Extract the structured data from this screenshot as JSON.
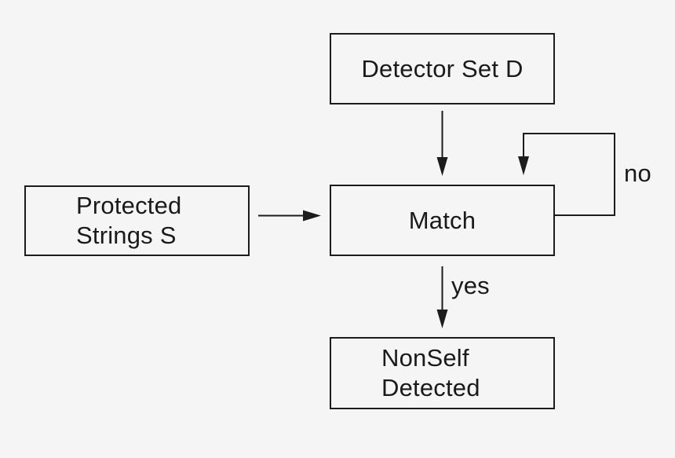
{
  "colors": {
    "bg": "#f5f5f5",
    "line": "#1c1c1c",
    "text": "#1a1a1a"
  },
  "nodes": {
    "detector": {
      "label": "Detector Set D"
    },
    "protected": {
      "line1": "Protected",
      "line2": "Strings S"
    },
    "match": {
      "label": "Match"
    },
    "nonself": {
      "line1": "NonSelf",
      "line2": "Detected"
    }
  },
  "edges": {
    "no_label": "no",
    "yes_label": "yes"
  }
}
